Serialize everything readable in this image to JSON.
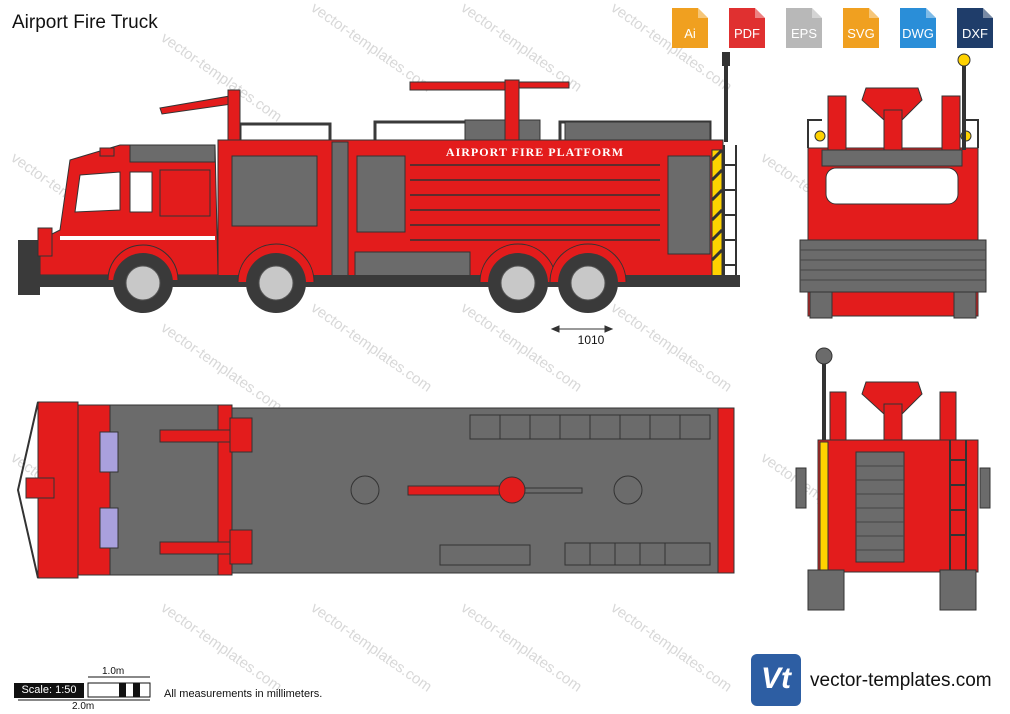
{
  "title": "Airport Fire Truck",
  "formats": [
    {
      "label": "Ai",
      "color": "#f0a020"
    },
    {
      "label": "PDF",
      "color": "#e03030"
    },
    {
      "label": "EPS",
      "color": "#b8b8b8"
    },
    {
      "label": "SVG",
      "color": "#f0a020"
    },
    {
      "label": "DWG",
      "color": "#2a8ed8"
    },
    {
      "label": "DXF",
      "color": "#1f3d6a"
    }
  ],
  "body_text": "AIRPORT FIRE PLATFORM",
  "dimension": "1010",
  "scale": "Scale: 1:50",
  "measure_1m": "1.0m",
  "measure_2m": "2.0m",
  "note": "All measurements in millimeters.",
  "brand": "vector-templates.com",
  "logo_text": "Vt",
  "watermark": "vector-templates.com",
  "colors": {
    "red": "#e31c1c",
    "gray": "#6b6b6b",
    "dark": "#3a3a3a"
  }
}
